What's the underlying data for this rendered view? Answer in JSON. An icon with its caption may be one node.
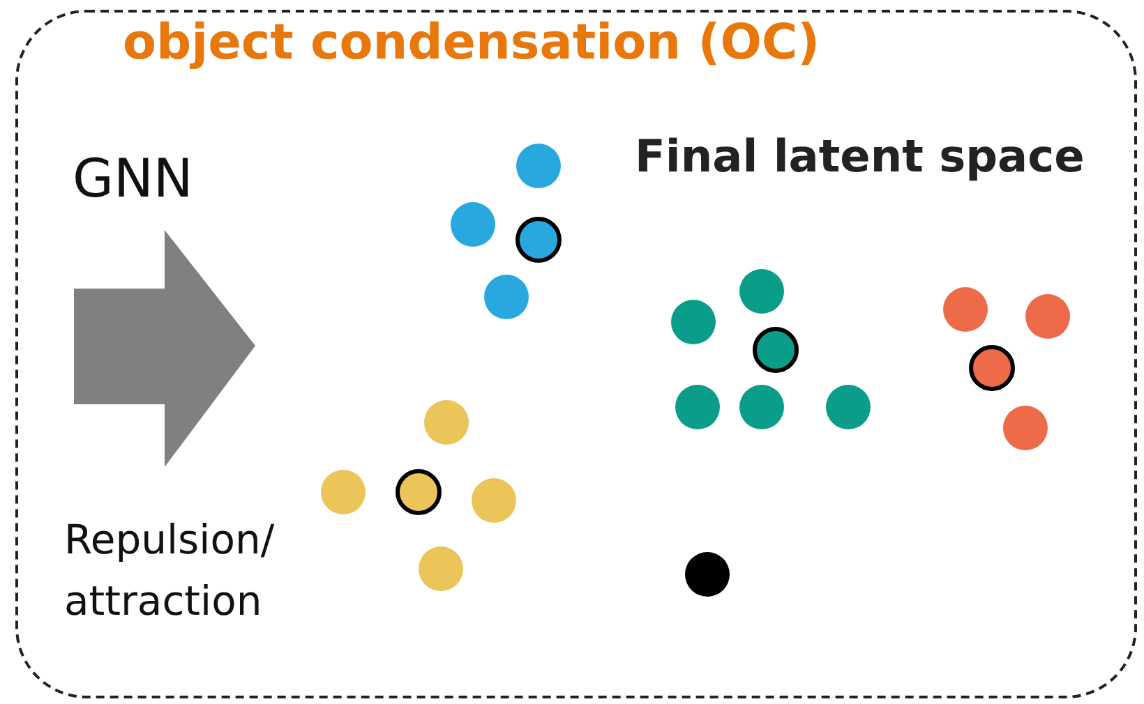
{
  "diagram": {
    "title": "object condensation (OC)",
    "labels": [
      "GNN",
      "Final latent space",
      "Repulsion/ attraction"
    ]
  }
}
